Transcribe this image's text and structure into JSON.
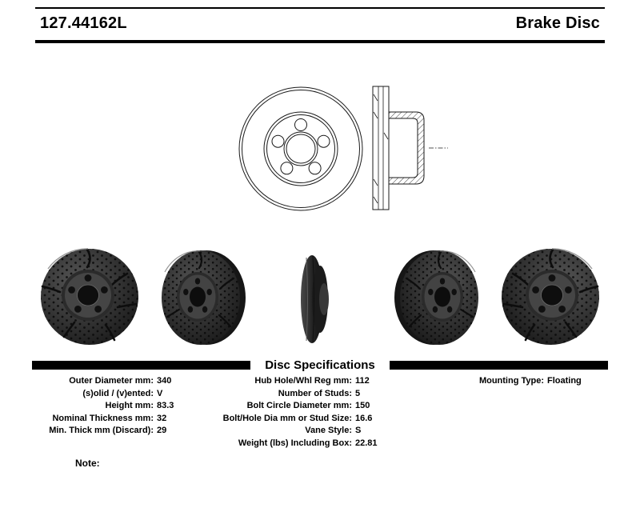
{
  "header": {
    "part_number": "127.44162L",
    "product_type": "Brake Disc"
  },
  "drawings": {
    "front_view": "disc-front-view-line-drawing",
    "cross_section": "disc-cross-section-line-drawing"
  },
  "photos": [
    "disc-angled-left-view",
    "disc-left-profile-view",
    "disc-edge-on-view",
    "disc-right-profile-view",
    "disc-angled-right-view"
  ],
  "specs": {
    "title": "Disc Specifications",
    "left": [
      {
        "label": "Outer Diameter mm:",
        "value": "340"
      },
      {
        "label": "(s)olid / (v)ented:",
        "value": "V"
      },
      {
        "label": "Height mm:",
        "value": "83.3"
      },
      {
        "label": "Nominal Thickness mm:",
        "value": "32"
      },
      {
        "label": "Min. Thick mm (Discard):",
        "value": "29"
      }
    ],
    "middle": [
      {
        "label": "Hub Hole/Whl Reg mm:",
        "value": "112"
      },
      {
        "label": "Number of Studs:",
        "value": "5"
      },
      {
        "label": "Bolt Circle Diameter mm:",
        "value": "150"
      },
      {
        "label": "Bolt/Hole Dia mm or Stud Size:",
        "value": "16.6"
      },
      {
        "label": "Vane Style:",
        "value": "S"
      },
      {
        "label": "Weight (lbs) Including Box:",
        "value": "22.81"
      }
    ],
    "right": [
      {
        "label": "Mounting Type:",
        "value": "Floating"
      }
    ]
  },
  "note_label": "Note:",
  "colors": {
    "rule": "#000000",
    "background": "#ffffff",
    "disc_dark": "#2e2e2e"
  }
}
